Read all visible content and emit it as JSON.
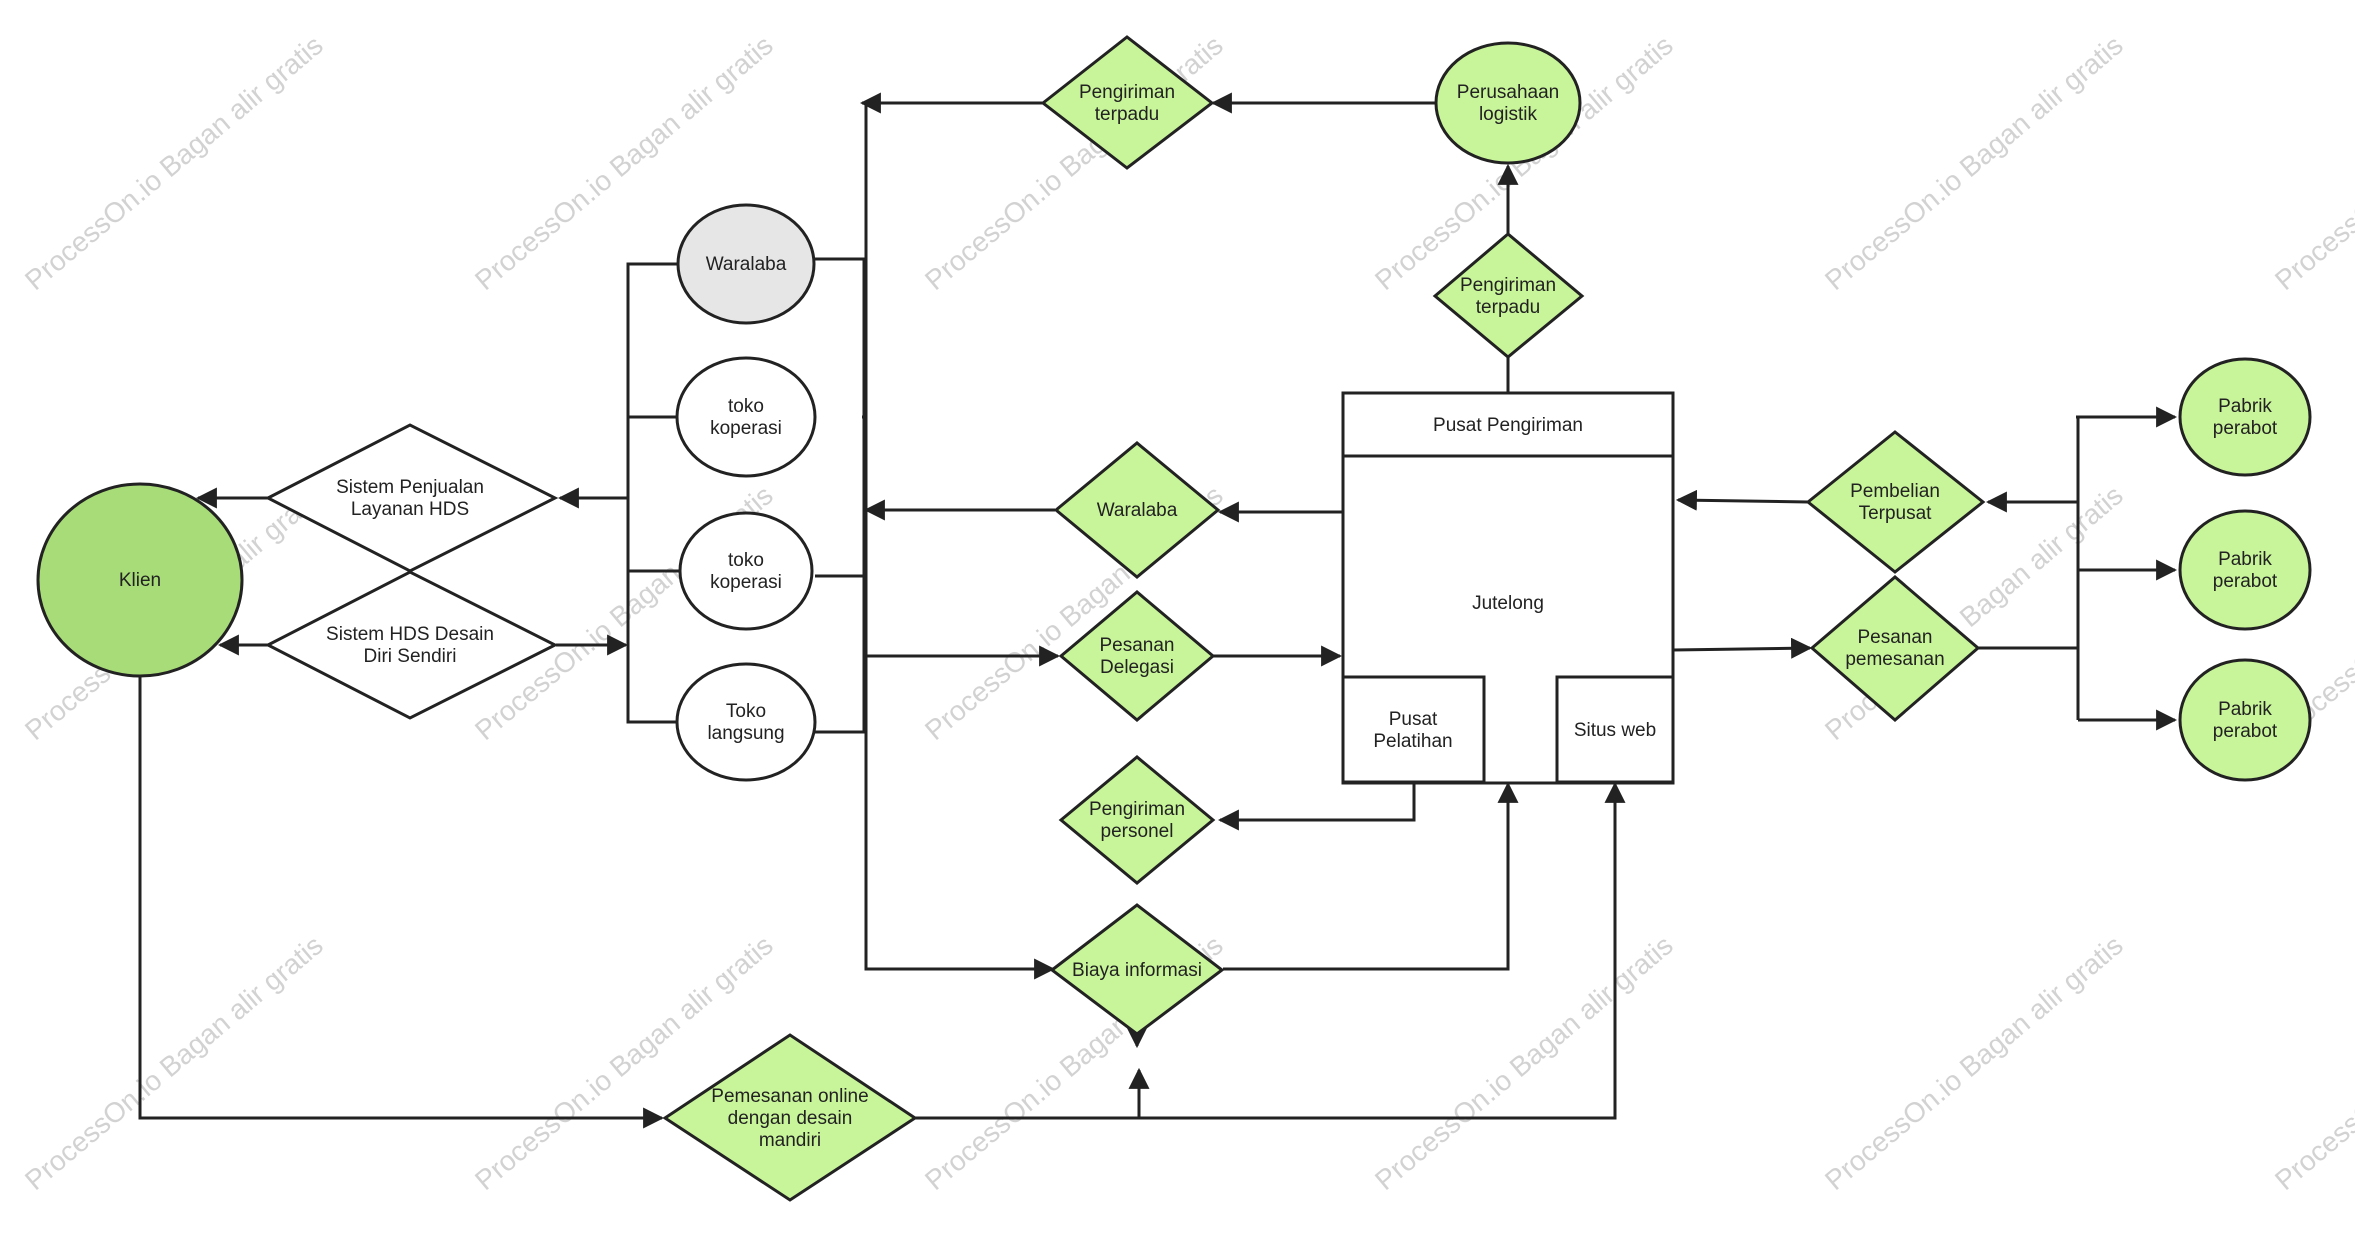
{
  "watermark": "ProcessOn.io Bagan alir gratis",
  "colors": {
    "node_green": "#c9f59a",
    "node_client": "#a8dc78",
    "node_gray": "#e6e6e6",
    "node_white": "#ffffff",
    "stroke": "#222222"
  },
  "nodes": {
    "klien": [
      "Klien"
    ],
    "sistem_penjualan": [
      "Sistem Penjualan",
      "Layanan HDS"
    ],
    "sistem_hds": [
      "Sistem HDS Desain",
      "Diri Sendiri"
    ],
    "waralaba_outlet": [
      "Waralaba"
    ],
    "toko_koperasi_1": [
      "toko",
      "koperasi"
    ],
    "toko_koperasi_2": [
      "toko",
      "koperasi"
    ],
    "toko_langsung": [
      "Toko",
      "langsung"
    ],
    "pengiriman_terpadu_top": [
      "Pengiriman",
      "terpadu"
    ],
    "perusahaan_logistik": [
      "Perusahaan",
      "logistik"
    ],
    "pengiriman_terpadu_mid": [
      "Pengiriman",
      "terpadu"
    ],
    "waralaba_diamond": [
      "Waralaba"
    ],
    "pesanan_delegasi": [
      "Pesanan",
      "Delegasi"
    ],
    "pengiriman_personel": [
      "Pengiriman",
      "personel"
    ],
    "biaya_informasi": [
      "Biaya informasi"
    ],
    "pemesanan_online": [
      "Pemesanan online",
      "dengan desain",
      "mandiri"
    ],
    "pusat_pengiriman": [
      "Pusat Pengiriman"
    ],
    "jutelong": [
      "Jutelong"
    ],
    "pusat_pelatihan": [
      "Pusat",
      "Pelatihan"
    ],
    "situs_web": [
      "Situs web"
    ],
    "pembelian_terpusat": [
      "Pembelian",
      "Terpusat"
    ],
    "pesanan_pemesanan": [
      "Pesanan",
      "pemesanan"
    ],
    "pabrik_1": [
      "Pabrik",
      "perabot"
    ],
    "pabrik_2": [
      "Pabrik",
      "perabot"
    ],
    "pabrik_3": [
      "Pabrik",
      "perabot"
    ]
  }
}
